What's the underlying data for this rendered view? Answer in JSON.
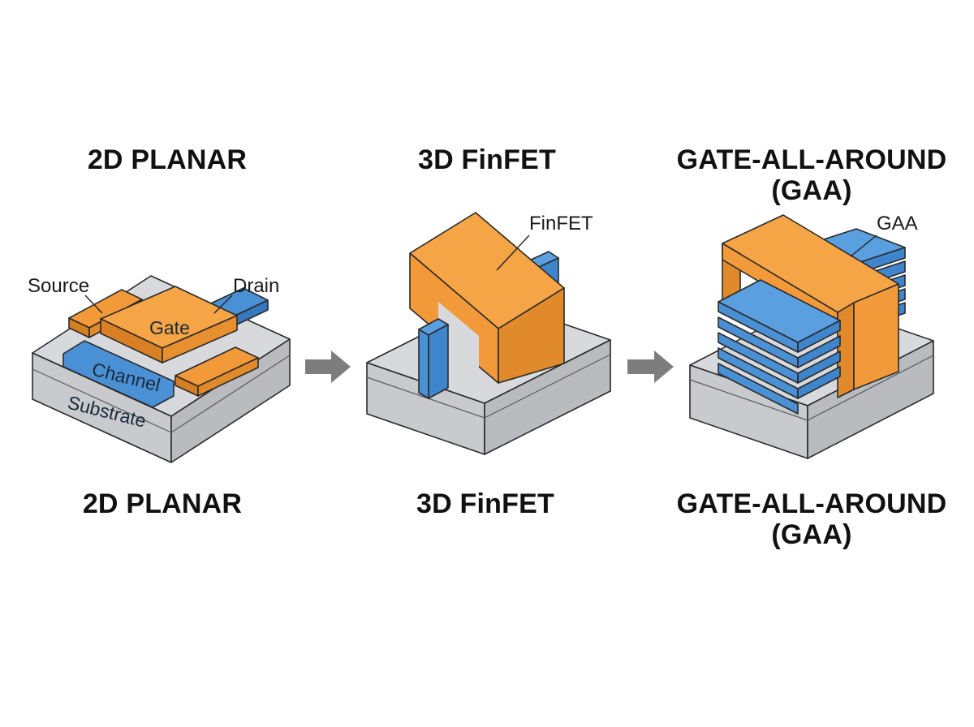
{
  "panels": [
    {
      "top_title": "2D PLANAR",
      "bottom_title": "2D PLANAR",
      "labels": {
        "source": "Source",
        "drain": "Drain",
        "gate": "Gate",
        "channel": "Channel",
        "substrate": "Substrate"
      }
    },
    {
      "top_title": "3D FinFET",
      "bottom_title": "3D FinFET",
      "labels": {
        "callout": "FinFET"
      }
    },
    {
      "top_title_line1": "GATE-ALL-AROUND",
      "top_title_line2": "(GAA)",
      "bottom_title_line1": "GATE-ALL-AROUND",
      "bottom_title_line2": "(GAA)",
      "labels": {
        "callout": "GAA"
      }
    }
  ],
  "colors": {
    "gate_orange": "#f29a3a",
    "channel_blue": "#4a90d4",
    "substrate_grey": "#d6d7da",
    "arrow_grey": "#7d7d7d"
  },
  "icons": [
    "right-arrow-icon",
    "right-arrow-icon"
  ]
}
